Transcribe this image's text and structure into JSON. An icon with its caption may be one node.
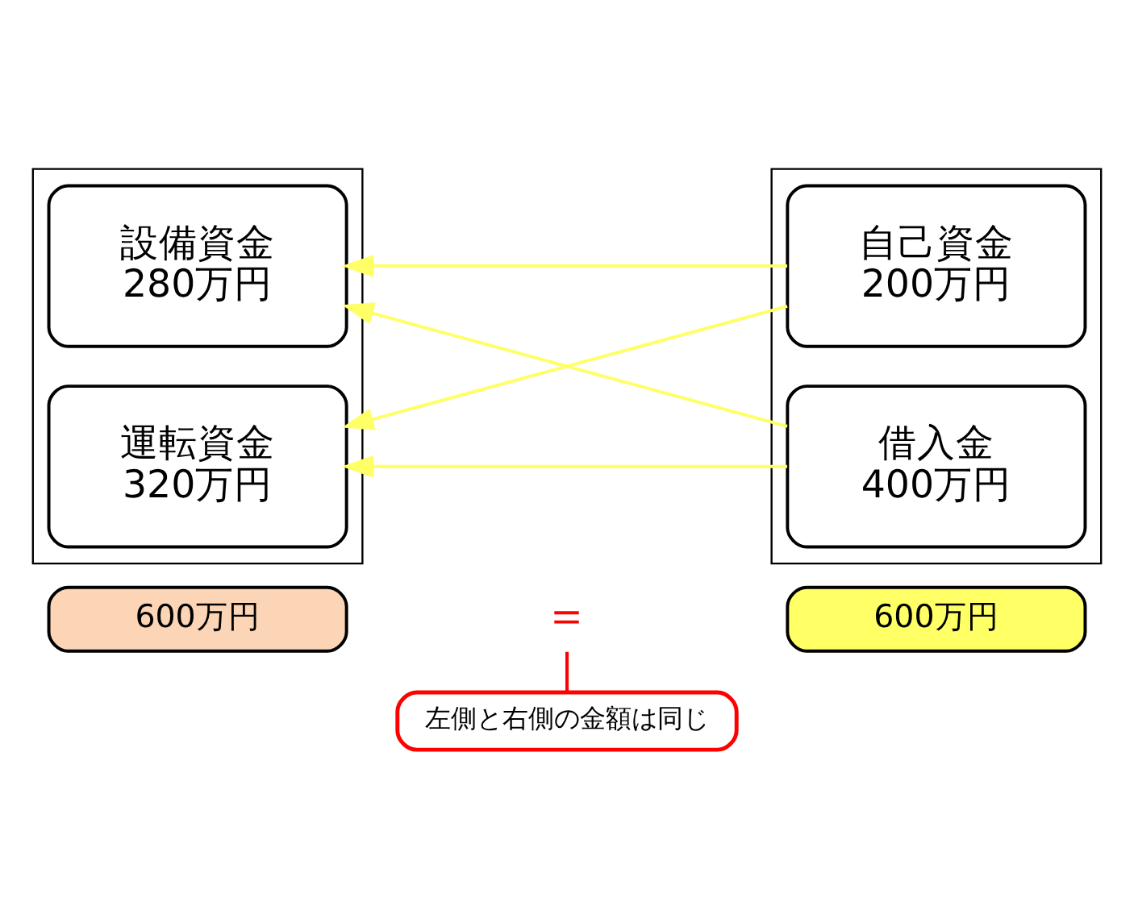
{
  "diagram": {
    "nodes": [
      {
        "text": [],
        "shape": "box"
      },
      {
        "text": [
          "設備資金",
          "280万円"
        ],
        "in": 0
      },
      {
        "text": [
          "運転資金",
          "320万円"
        ],
        "in": 0
      },
      {
        "text": [],
        "shape": "box"
      },
      {
        "text": [
          "自己資金",
          "200万円"
        ],
        "in": 3
      },
      {
        "text": [
          "借入金",
          "400万円"
        ],
        "in": 3
      },
      {
        "text": [
          "600万円"
        ]
      },
      {
        "text": [
          "＝"
        ]
      },
      {
        "text": [
          "600万円"
        ]
      },
      {
        "text": [
          "左側と右側の金額は同じ"
        ]
      }
    ],
    "edges": [
      {
        "from": 4,
        "to": 1,
        "arrow": "to",
        "color": "#ffff66"
      },
      {
        "from": 5,
        "to": 1,
        "arrow": "to",
        "color": "#ffff66"
      },
      {
        "from": 4,
        "to": 2,
        "arrow": "to",
        "color": "#ffff66"
      },
      {
        "from": 5,
        "to": 2,
        "arrow": "to",
        "color": "#ffff66"
      },
      {
        "from": 9,
        "to": 7,
        "arrow": "none",
        "color": "#ff0000"
      }
    ]
  }
}
